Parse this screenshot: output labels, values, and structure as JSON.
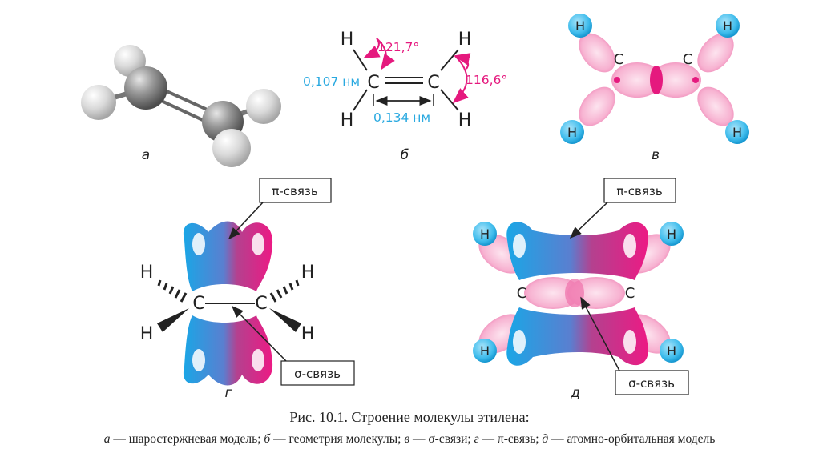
{
  "colors": {
    "blue_text": "#29a9e0",
    "magenta": "#e5197e",
    "pink_orbital": "#f5a3c7",
    "blue_orbital": "#1aa6e6",
    "h_ball": "#58c6f0",
    "gray_ball": "#8c8c8c"
  },
  "panels": {
    "a": {
      "label": "а"
    },
    "b": {
      "label": "б",
      "atom_H": "H",
      "atom_C": "C",
      "angle_top": "121,7°",
      "angle_right": "116,6°",
      "ch_length": "0,107 нм",
      "cc_length": "0,134 нм"
    },
    "v": {
      "label": "в",
      "atom_H": "H",
      "atom_C": "C"
    },
    "g": {
      "label": "г",
      "atom_H": "H",
      "atom_C": "C",
      "pi_callout": "π-связь",
      "sigma_callout": "σ-связь"
    },
    "d": {
      "label": "д",
      "atom_H": "H",
      "atom_C": "C",
      "pi_callout": "π-связь",
      "sigma_callout": "σ-связь"
    }
  },
  "caption": {
    "title": "Рис. 10.1. Строение молекулы этилена:",
    "a_letter": "а",
    "a_text": " — шаростержневая модель; ",
    "b_letter": "б",
    "b_text": " — геометрия молекулы; ",
    "v_letter": "в",
    "v_text": " — σ-связи; ",
    "g_letter": "г",
    "g_text": " — π-связь; ",
    "d_letter": "д",
    "d_text": " — атомно-орбитальная модель"
  }
}
